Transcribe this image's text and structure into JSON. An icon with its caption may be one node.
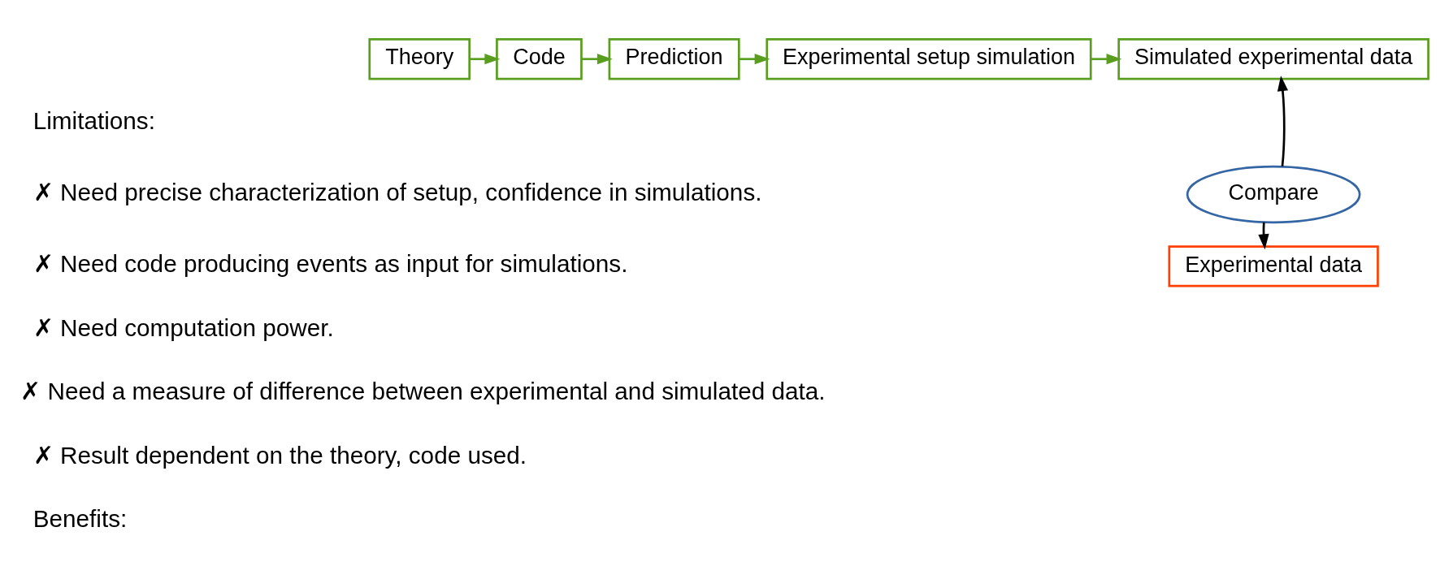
{
  "diagram": {
    "nodes": [
      {
        "text": [
          "Theory"
        ]
      },
      {
        "text": [
          "Code"
        ]
      },
      {
        "text": [
          "Prediction"
        ]
      },
      {
        "text": [
          "Experimental setup simulation"
        ]
      },
      {
        "text": [
          "Simulated experimental data"
        ]
      },
      {
        "text": [
          "Compare"
        ]
      },
      {
        "text": [
          "Experimental data"
        ]
      }
    ],
    "edges": [
      {
        "from": 0,
        "to": 1,
        "arrow": "to"
      },
      {
        "from": 1,
        "to": 2,
        "arrow": "to"
      },
      {
        "from": 2,
        "to": 3,
        "arrow": "to"
      },
      {
        "from": 3,
        "to": 4,
        "arrow": "to"
      },
      {
        "from": 5,
        "to": 4,
        "arrow": "to",
        "color": "#000000"
      },
      {
        "from": 5,
        "to": 6,
        "arrow": "to",
        "color": "#000000"
      }
    ],
    "labels": [
      "Limitations:",
      "✗ Need precise characterization of setup, confidence in simulations.",
      "✗ Need code producing events as input for simulations.",
      "✗ Need computation power.",
      "✗ Need a measure of difference between experimental and simulated data.",
      "✗ Result dependent on the theory, code used.",
      "Benefits:"
    ]
  }
}
